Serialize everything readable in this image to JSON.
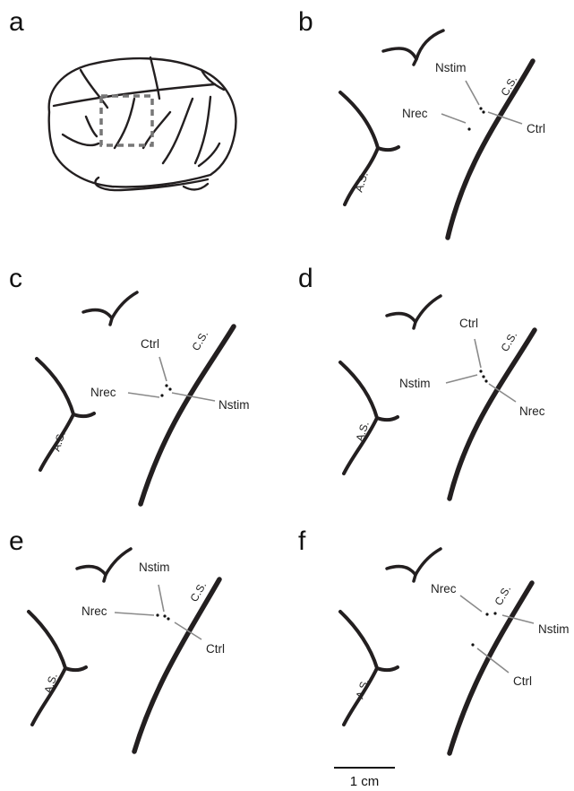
{
  "panels": [
    {
      "letter": "a"
    },
    {
      "letter": "b",
      "labels": {
        "stim": "Nstim",
        "rec": "Nrec",
        "ctrl": "Ctrl"
      }
    },
    {
      "letter": "c",
      "labels": {
        "stim": "Nstim",
        "rec": "Nrec",
        "ctrl": "Ctrl"
      }
    },
    {
      "letter": "d",
      "labels": {
        "stim": "Nstim",
        "rec": "Nrec",
        "ctrl": "Ctrl"
      }
    },
    {
      "letter": "e",
      "labels": {
        "stim": "Nstim",
        "rec": "Nrec",
        "ctrl": "Ctrl"
      }
    },
    {
      "letter": "f",
      "labels": {
        "stim": "Nstim",
        "rec": "Nrec",
        "ctrl": "Ctrl"
      }
    }
  ],
  "sulci": {
    "arcuate": "A.S.",
    "central": "C.S."
  },
  "scale_bar": {
    "label": "1 cm"
  },
  "colors": {
    "ink": "#231f20",
    "leader": "#8a8a8a",
    "box": "#777777"
  }
}
